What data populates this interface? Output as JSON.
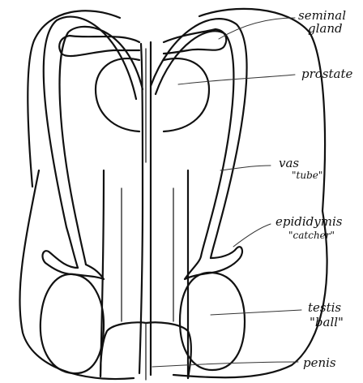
{
  "labels": {
    "seminal_gland": {
      "line1": "seminal",
      "line2": "gland"
    },
    "prostate": {
      "text": "prostate"
    },
    "vas": {
      "term": "vas",
      "nickname": "\"tube\""
    },
    "epididymis": {
      "term": "epididymis",
      "nickname": "\"catcher\""
    },
    "testis": {
      "term": "testis",
      "nickname": "\"ball\""
    },
    "penis": {
      "text": "penis"
    }
  }
}
